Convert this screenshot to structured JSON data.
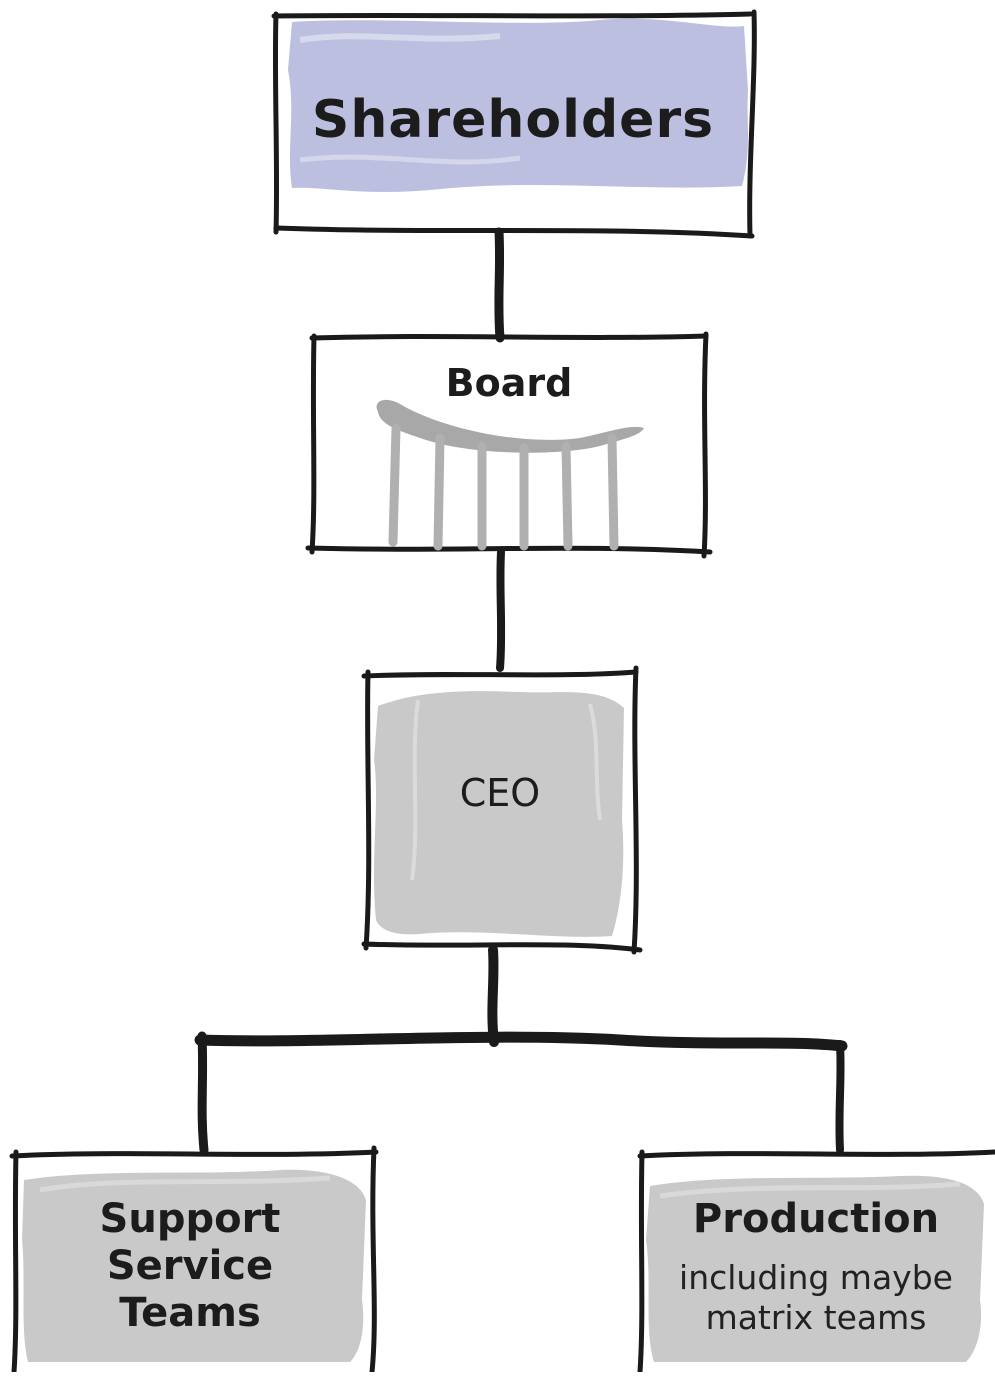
{
  "nodes": {
    "shareholders": {
      "label": "Shareholders"
    },
    "board": {
      "label": "Board"
    },
    "ceo": {
      "label": "CEO"
    },
    "support": {
      "lines": [
        "Support",
        "Service",
        "Teams"
      ]
    },
    "production": {
      "label": "Production",
      "sub_lines": [
        "including maybe",
        "matrix teams"
      ]
    }
  },
  "colors": {
    "shareholders_fill": "#bcbfe0",
    "grey_fill": "#c9c9c9",
    "board_icon": "#a8a8a8",
    "stroke": "#1a1a1a"
  }
}
